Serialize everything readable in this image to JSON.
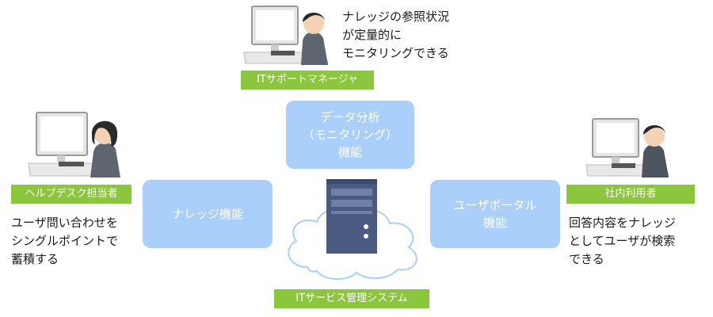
{
  "roles": {
    "manager": "ITサポートマネージャ",
    "helpdesk": "ヘルプデスク担当者",
    "user": "社内利用者"
  },
  "functions": {
    "analytics": "データ分析\n（モニタリング）\n機能",
    "knowledge": "ナレッジ機能",
    "portal": "ユーザポータル\n機能"
  },
  "descriptions": {
    "manager": "ナレッジの参照状況\nが定量的に\nモニタリングできる",
    "helpdesk": "ユーザ問い合わせを\nシングルポイントで\n蓄積する",
    "user": "回答内容をナレッジ\nとしてユーザが検索\nできる"
  },
  "system_label": "ITサービス管理システム",
  "colors": {
    "role_tag": "#8cc63e",
    "function_box": "#a9cffa",
    "server": "#4a5a80",
    "cloud_stroke": "#a9cffa"
  },
  "icons": {
    "people": "person-at-computer-icon",
    "server": "server-icon",
    "cloud": "cloud-icon"
  }
}
